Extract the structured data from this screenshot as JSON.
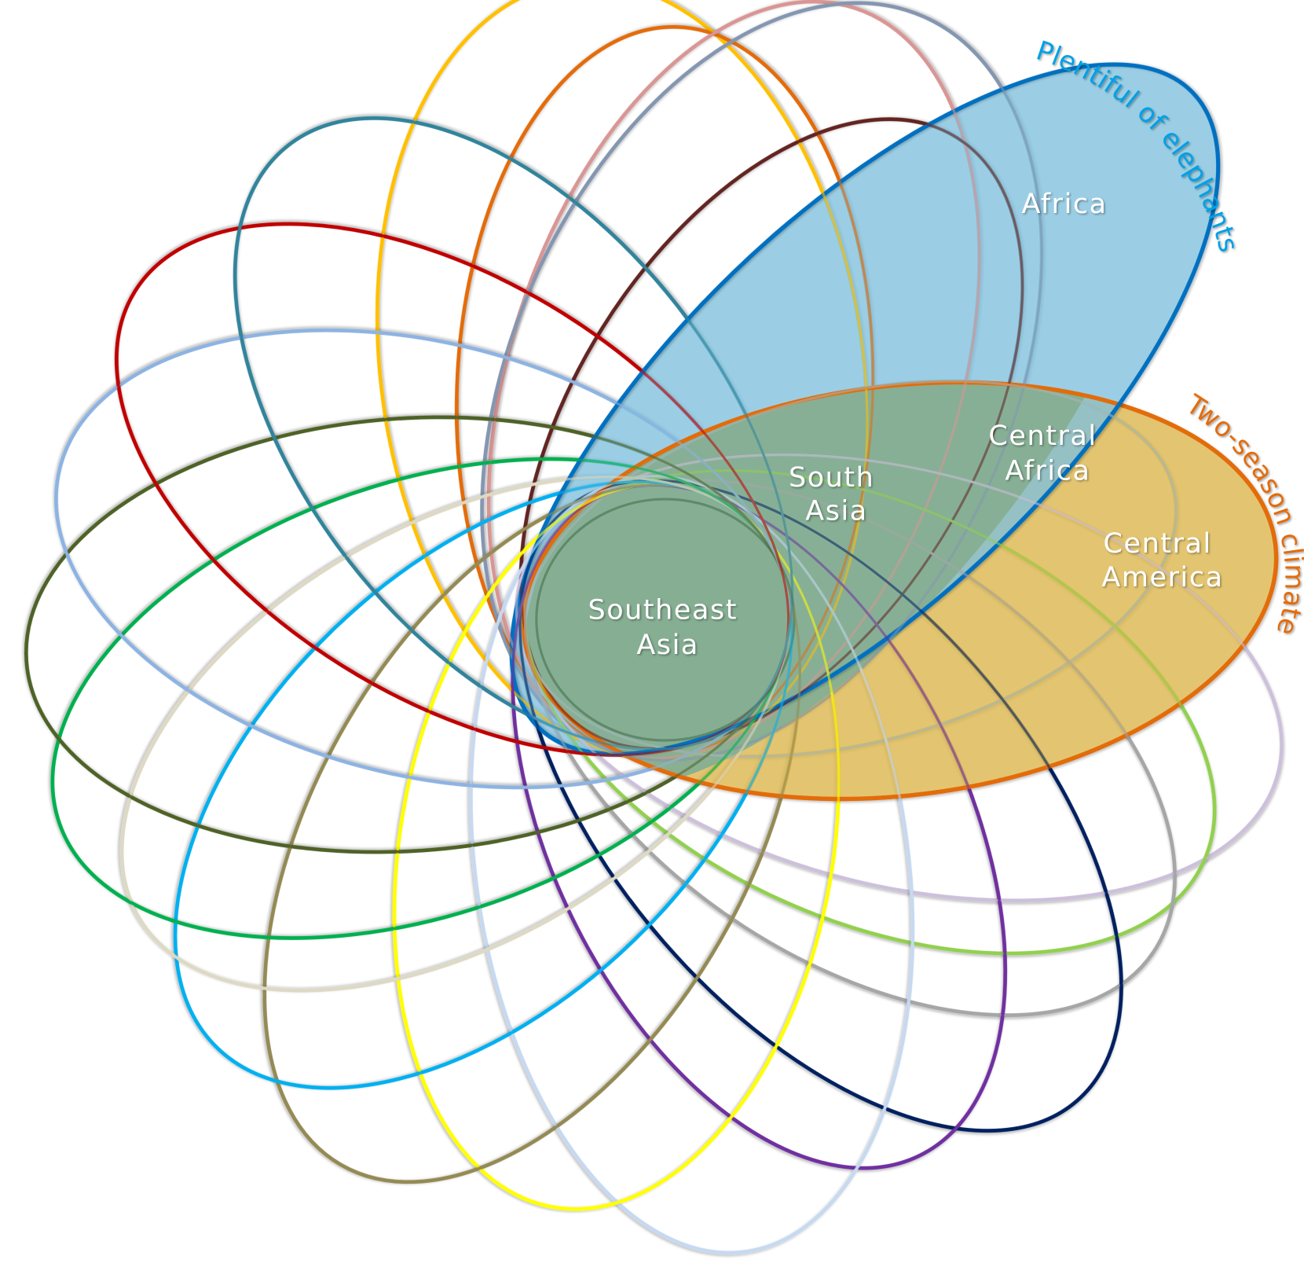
{
  "sets": {
    "elephants": {
      "label": "Plentiful of elephants",
      "stroke": "#0070c0",
      "fill": "#7fc0dc",
      "label_color": "#00a0e6"
    },
    "two_season": {
      "label": "Two-season climate",
      "stroke": "#e36c0a",
      "fill": "#e2bd55",
      "label_color": "#e36c0a"
    }
  },
  "regions": {
    "africa": "Africa",
    "central_africa": [
      "Central",
      "Africa"
    ],
    "south_asia": [
      "South",
      "Asia"
    ],
    "central_america": [
      "Central",
      "America"
    ],
    "southeast_asia": [
      "Southeast",
      "Asia"
    ]
  },
  "overlap_fill": "#86ae92",
  "decorative_ellipse_colors": [
    "#ffc000",
    "#e36c0a",
    "#d99694",
    "#632523",
    "#8496b0",
    "#a5b8bc",
    "#ccc0da",
    "#92d050",
    "#a6a6a6",
    "#002060",
    "#7030a0",
    "#c6d9f1",
    "#ffff00",
    "#948a54",
    "#00b0f0",
    "#ddd9c4",
    "#00b050",
    "#4f6228",
    "#8db3e2",
    "#c00000",
    "#31849b"
  ]
}
